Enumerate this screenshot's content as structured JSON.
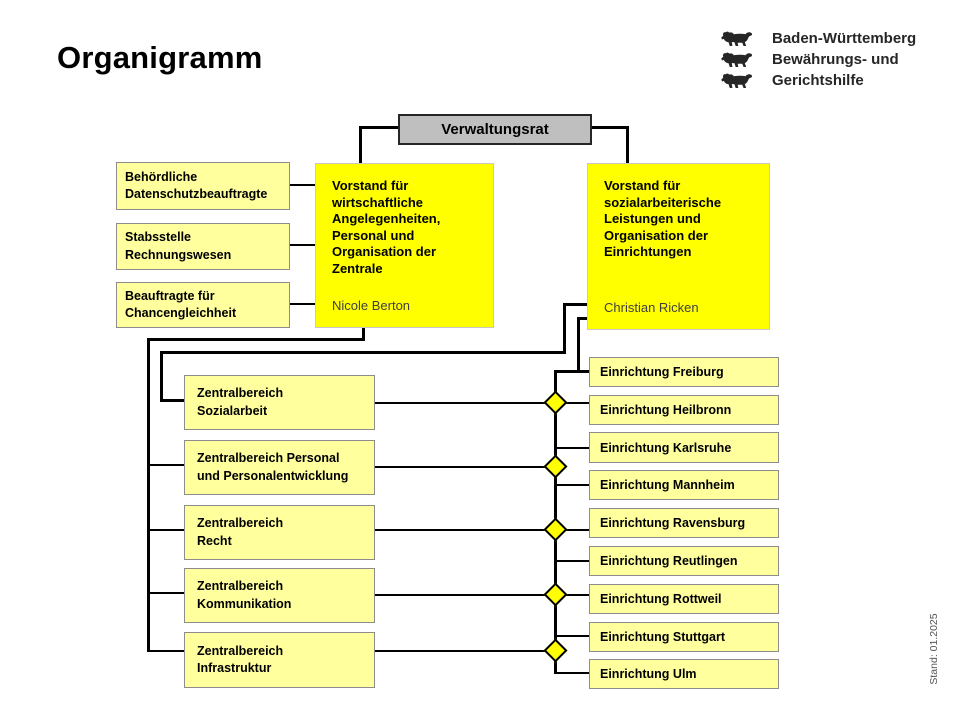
{
  "page": {
    "title": "Organigramm",
    "stand_note": "Stand: 01.2025"
  },
  "logo": {
    "icon": "bw-lion-icon",
    "line1": "Baden-Württemberg",
    "line2": "Bewährungs- und",
    "line3": "Gerichtshilfe"
  },
  "board": {
    "label": "Verwaltungsrat"
  },
  "vorstand_left": {
    "title": "Vorstand für\nwirtschaftliche\nAngelegenheiten,\nPersonal und\nOrganisation der\nZentrale",
    "name": "Nicole Berton"
  },
  "vorstand_right": {
    "title": "Vorstand für\nsozialarbeiterische\nLeistungen und\nOrganisation der\nEinrichtungen",
    "name": "Christian Ricken"
  },
  "staff_units": [
    "Behördliche\nDatenschutzbeauftragte",
    "Stabsstelle\nRechnungswesen",
    "Beauftragte für\nChancengleichheit"
  ],
  "zentralbereiche": [
    "Zentralbereich\nSozialarbeit",
    "Zentralbereich Personal\nund Personalentwicklung",
    "Zentralbereich\nRecht",
    "Zentralbereich\nKommunikation",
    "Zentralbereich\nInfrastruktur"
  ],
  "einrichtungen": [
    "Einrichtung Freiburg",
    "Einrichtung Heilbronn",
    "Einrichtung Karlsruhe",
    "Einrichtung Mannheim",
    "Einrichtung Ravensburg",
    "Einrichtung Reutlingen",
    "Einrichtung Rottweil",
    "Einrichtung Stuttgart",
    "Einrichtung Ulm"
  ],
  "colors": {
    "vorstand_yellow": "#ffff00",
    "unit_yellow": "#ffff9e",
    "board_gray": "#bfbfbf",
    "line_black": "#000000",
    "border_gray": "#8c8c8c"
  }
}
